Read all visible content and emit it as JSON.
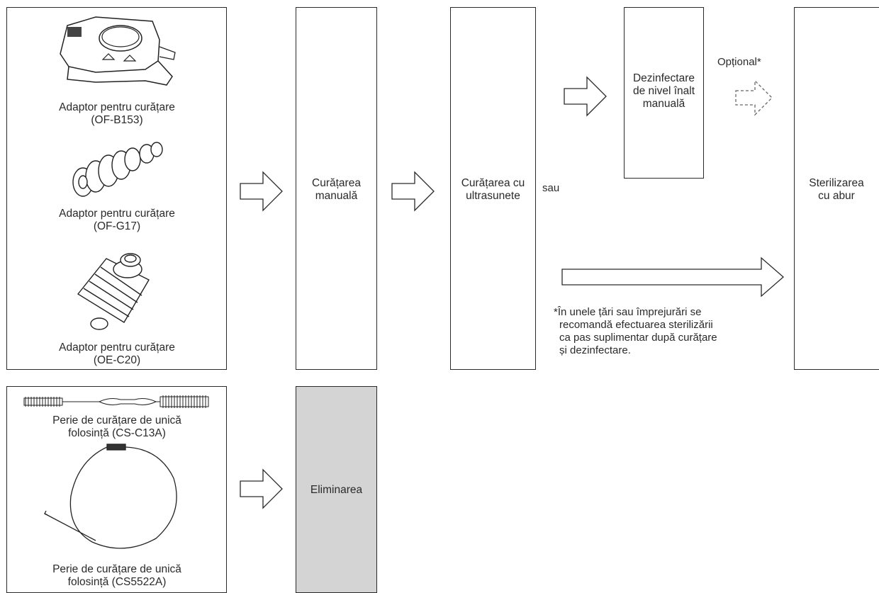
{
  "adaptors": {
    "a1_label": "Adaptor pentru curățare",
    "a1_code": "(OF-B153)",
    "a2_label": "Adaptor pentru curățare",
    "a2_code": "(OF-G17)",
    "a3_label": "Adaptor pentru curățare",
    "a3_code": "(OE-C20)"
  },
  "brushes": {
    "b1_line1": "Perie de curățare de unică",
    "b1_line2": "folosință (CS-C13A)",
    "b2_line1": "Perie de curățare de unică",
    "b2_line2": "folosință (CS5522A)"
  },
  "steps": {
    "manual_l1": "Curățarea",
    "manual_l2": "manuală",
    "ultra_l1": "Curățarea cu",
    "ultra_l2": "ultrasunete",
    "disinfect_l1": "Dezinfectare",
    "disinfect_l2": "de nivel înalt",
    "disinfect_l3": "manuală",
    "steril_l1": "Sterilizarea",
    "steril_l2": "cu abur",
    "dispose": "Eliminarea"
  },
  "labels": {
    "or": "sau",
    "optional": "Opțional*"
  },
  "footnote": {
    "l1": "*În unele țări sau împrejurări se",
    "l2": "recomandă efectuarea sterilizării",
    "l3": "ca pas suplimentar după curățare",
    "l4": "și dezinfectare."
  },
  "colors": {
    "line": "#2a2a2a",
    "dispose_fill": "#d4d4d4",
    "optional_arrow": "#666666"
  }
}
